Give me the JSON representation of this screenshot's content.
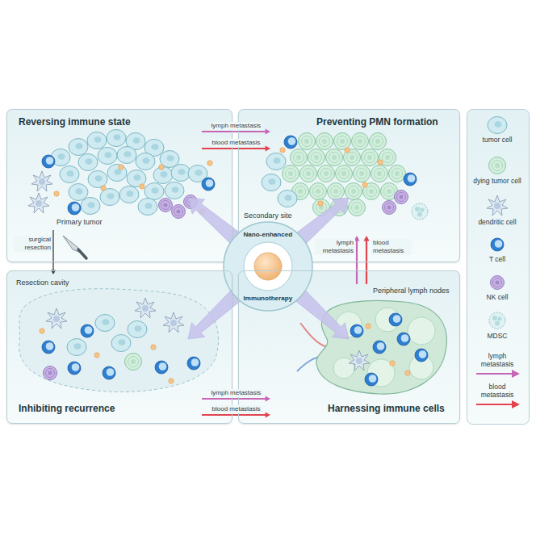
{
  "diagram": {
    "nodes": [
      {
        "text": [
          "Reversing immune state"
        ]
      },
      {
        "text": [
          "Preventing PMN formation"
        ]
      },
      {
        "text": [
          "Nano-enhanced",
          "Immunotherapy"
        ]
      },
      {
        "text": [
          "Inhibiting recurrence"
        ]
      },
      {
        "text": [
          "Harnessing immune cells"
        ]
      }
    ],
    "edges": [
      {
        "from": 0,
        "to": 1,
        "label": "lymph metastasis",
        "arrow": "to"
      },
      {
        "from": 0,
        "to": 1,
        "label": "blood metastasis",
        "arrow": "to"
      },
      {
        "from": 0,
        "to": 3,
        "label": "surgical resection",
        "arrow": "to"
      },
      {
        "from": 3,
        "to": 4,
        "label": "lymph metastasis",
        "arrow": "to"
      },
      {
        "from": 3,
        "to": 4,
        "label": "blood metastasis",
        "arrow": "to"
      },
      {
        "from": 4,
        "to": 1,
        "label": "lymph metastasis",
        "arrow": "to"
      },
      {
        "from": 4,
        "to": 1,
        "label": "blood metastasis",
        "arrow": "to"
      },
      {
        "from": 2,
        "to": 0,
        "arrow": "to"
      },
      {
        "from": 2,
        "to": 1,
        "arrow": "to"
      },
      {
        "from": 2,
        "to": 3,
        "arrow": "to"
      },
      {
        "from": 2,
        "to": 4,
        "arrow": "to"
      }
    ],
    "labels": [
      "Primary tumor",
      "Secondary site",
      "Resection cavity",
      "Peripheral lymph nodes"
    ],
    "legend": [
      {
        "text": "tumor cell"
      },
      {
        "text": "dying tumor cell"
      },
      {
        "text": "dendritic cell"
      },
      {
        "text": "T cell"
      },
      {
        "text": "NK cell"
      },
      {
        "text": "MDSC"
      },
      {
        "text": "lymph metastasis"
      },
      {
        "text": "blood metastasis"
      }
    ]
  }
}
